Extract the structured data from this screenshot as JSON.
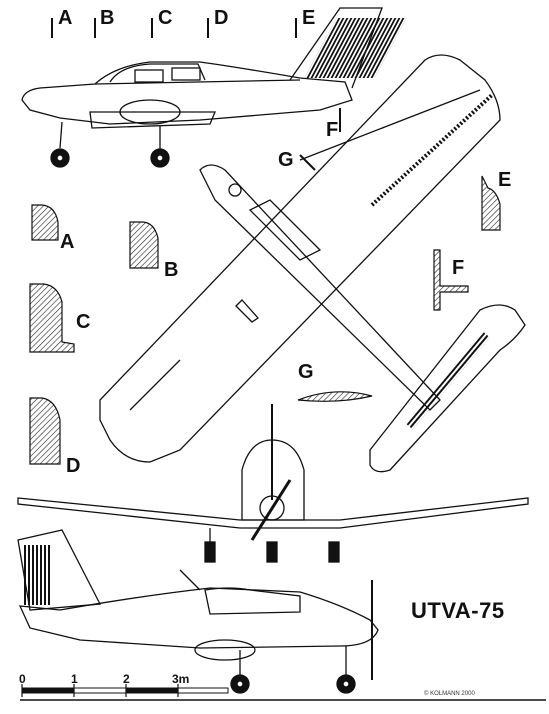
{
  "title": "UTVA-75",
  "credit": "© KOLMANN 2000",
  "section_labels": {
    "A": "A",
    "B": "B",
    "C": "C",
    "D": "D",
    "E": "E",
    "F": "F",
    "G": "G"
  },
  "scale": {
    "ticks": [
      "0",
      "1",
      "2",
      "3m"
    ]
  }
}
